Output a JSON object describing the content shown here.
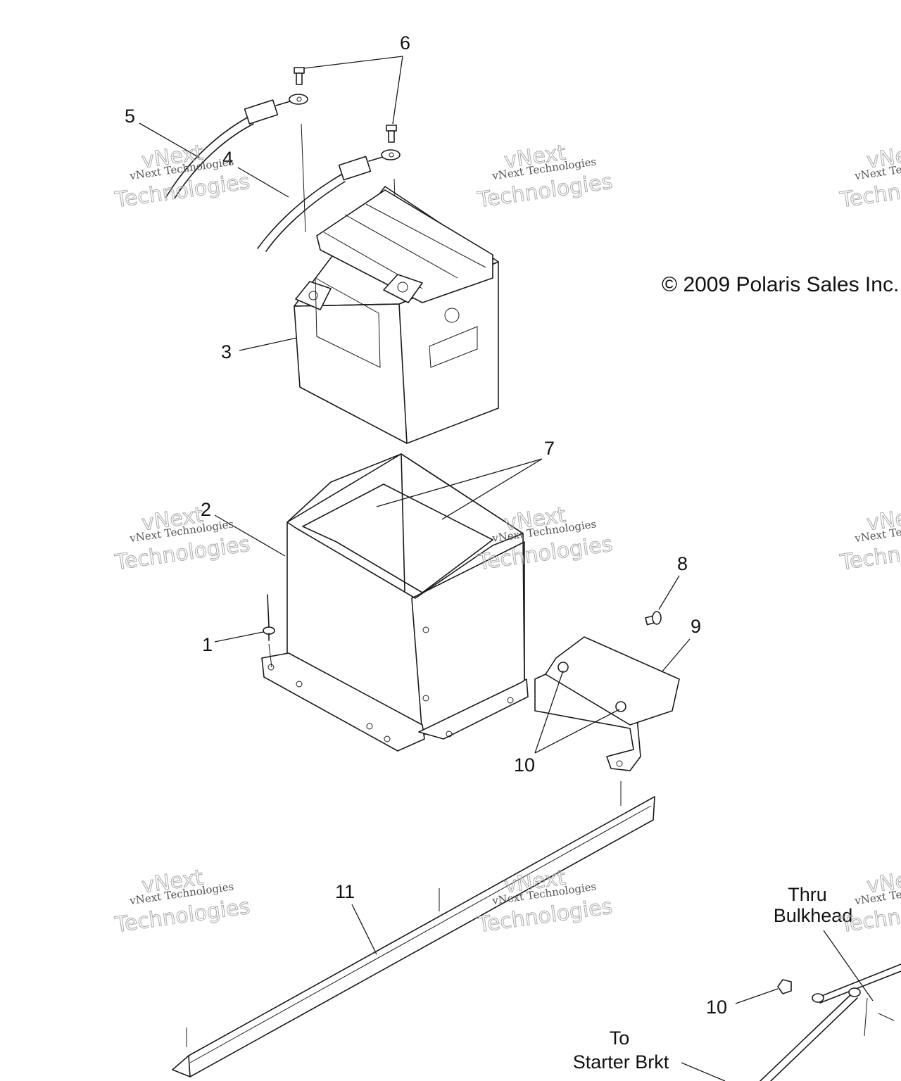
{
  "copyright": "© 2009 Polaris Sales Inc.",
  "watermark": {
    "line_small": "vNext Technologies",
    "line_big_a": "vNext",
    "line_big_b": "Technologies"
  },
  "callouts": {
    "c1": "1",
    "c2": "2",
    "c3": "3",
    "c4": "4",
    "c5": "5",
    "c6": "6",
    "c7": "7",
    "c8": "8",
    "c9": "9",
    "c10a": "10",
    "c10b": "10",
    "c11": "11"
  },
  "notes": {
    "thru_line1": "Thru",
    "thru_line2": "Bulkhead",
    "to_line1": "To",
    "to_line2": "Starter Brkt"
  },
  "parts": [
    {
      "id": "1",
      "name": "rivet"
    },
    {
      "id": "2",
      "name": "battery-box"
    },
    {
      "id": "3",
      "name": "battery"
    },
    {
      "id": "4",
      "name": "cable-negative"
    },
    {
      "id": "5",
      "name": "cable-positive"
    },
    {
      "id": "6",
      "name": "terminal-bolt"
    },
    {
      "id": "7",
      "name": "box-pad"
    },
    {
      "id": "8",
      "name": "bolt"
    },
    {
      "id": "9",
      "name": "bracket"
    },
    {
      "id": "10",
      "name": "nut"
    },
    {
      "id": "11",
      "name": "rail"
    }
  ]
}
